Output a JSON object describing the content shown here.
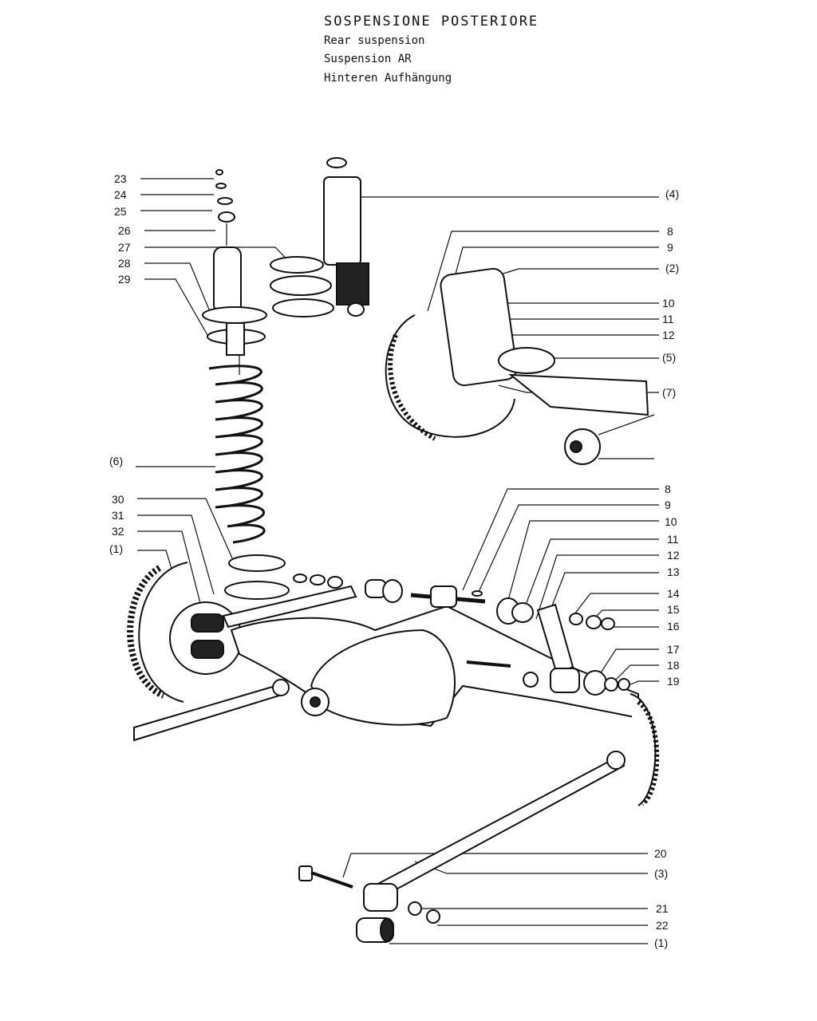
{
  "title": {
    "it": "SOSPENSIONE POSTERIORE",
    "en": "Rear suspension",
    "fr": "Suspension AR",
    "de": "Hinteren Aufhängung"
  },
  "callouts": {
    "left": [
      "23",
      "24",
      "25",
      "26",
      "27",
      "28",
      "29",
      "(6)",
      "30",
      "31",
      "32",
      "(1)"
    ],
    "right_top": [
      "(4)",
      "8",
      "9",
      "(2)",
      "10",
      "11",
      "12",
      "(5)",
      "(7)"
    ],
    "right_mid": [
      "8",
      "9",
      "10",
      "11",
      "12",
      "13",
      "14",
      "15",
      "16",
      "17",
      "18",
      "19"
    ],
    "right_bottom": [
      "20",
      "(3)",
      "21",
      "22",
      "(1)"
    ]
  }
}
